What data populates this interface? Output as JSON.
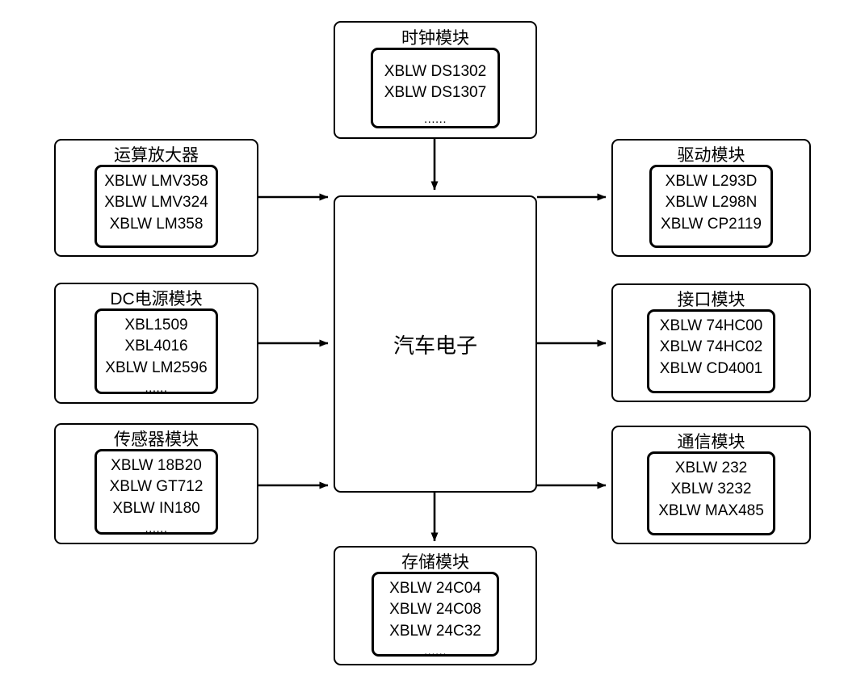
{
  "diagram": {
    "title_center": "汽车电子",
    "ellipsis": "......",
    "line_color": "#000000",
    "box_fill": "#ffffff",
    "modules": {
      "clock": {
        "title": "时钟模块",
        "parts": [
          "XBLW DS1302",
          "XBLW DS1307"
        ]
      },
      "opamp": {
        "title": "运算放大器",
        "parts": [
          "XBLW LMV358",
          "XBLW LMV324",
          "XBLW LM358"
        ]
      },
      "dc_power": {
        "title": "DC电源模块",
        "parts": [
          "XBL1509",
          "XBL4016",
          "XBLW LM2596"
        ]
      },
      "sensor": {
        "title": "传感器模块",
        "parts": [
          "XBLW 18B20",
          "XBLW GT712",
          "XBLW IN180"
        ]
      },
      "driver": {
        "title": "驱动模块",
        "parts": [
          "XBLW L293D",
          "XBLW L298N",
          "XBLW CP2119"
        ]
      },
      "interface": {
        "title": "接口模块",
        "parts": [
          "XBLW 74HC00",
          "XBLW 74HC02",
          "XBLW CD4001"
        ]
      },
      "communication": {
        "title": "通信模块",
        "parts": [
          "XBLW 232",
          "XBLW 3232",
          "XBLW MAX485"
        ]
      },
      "storage": {
        "title": "存储模块",
        "parts": [
          "XBLW 24C04",
          "XBLW 24C08",
          "XBLW 24C32"
        ]
      }
    }
  }
}
